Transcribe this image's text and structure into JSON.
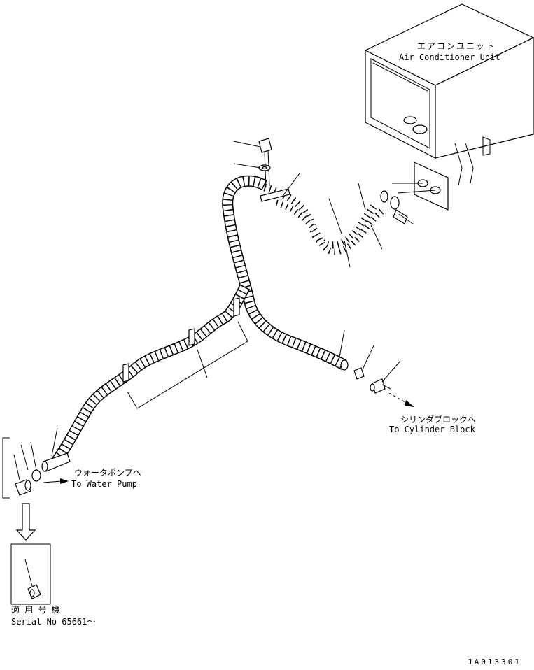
{
  "labels": {
    "ac_unit_jp": "エアコンユニット",
    "ac_unit_en": "Air Conditioner Unit",
    "water_pump_jp": "ウォータポンプへ",
    "water_pump_en": "To Water Pump",
    "cylinder_block_jp": "シリンダブロックへ",
    "cylinder_block_en": "To Cylinder Block",
    "serial_jp": "適 用 号 機",
    "serial_en": "Serial No 65661～",
    "drawing_code": "JA013301"
  }
}
